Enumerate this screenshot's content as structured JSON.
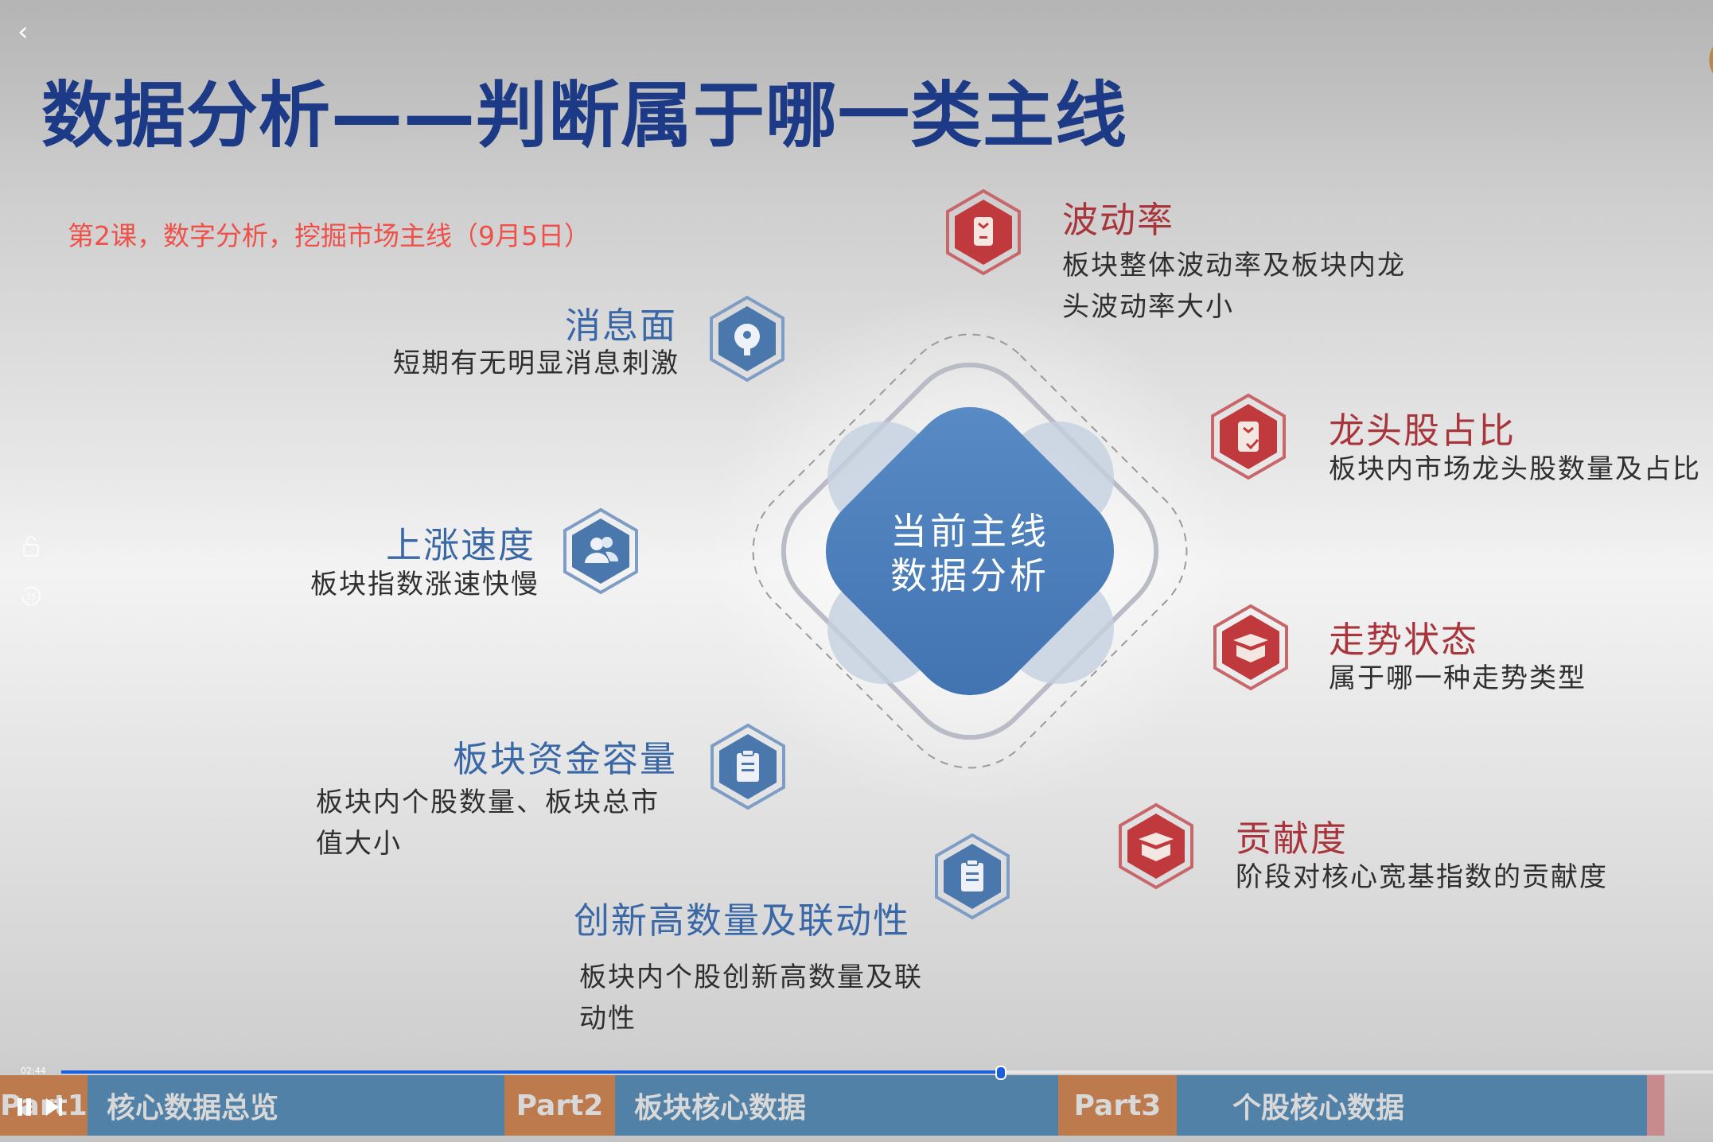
{
  "slide": {
    "title": "数据分析——判断属于哪一类主线",
    "subtitle": "第2课，数字分析，挖掘市场主线（9月5日）",
    "center": [
      "当前主线",
      "数据分析"
    ],
    "items": [
      {
        "title": "波动率",
        "desc": [
          "板块整体波动率及板块内龙",
          "头波动率大小"
        ],
        "color": "red",
        "icon": "phone-badge-icon"
      },
      {
        "title": "消息面",
        "desc": [
          "短期有无明显消息刺激"
        ],
        "color": "blue",
        "icon": "head-idea-icon"
      },
      {
        "title": "龙头股占比",
        "desc": [
          "板块内市场龙头股数量及占比"
        ],
        "color": "red",
        "icon": "checked-document-icon"
      },
      {
        "title": "上涨速度",
        "desc": [
          "板块指数涨速快慢"
        ],
        "color": "blue",
        "icon": "users-icon"
      },
      {
        "title": "走势状态",
        "desc": [
          "属于哪一种走势类型"
        ],
        "color": "red",
        "icon": "open-box-icon"
      },
      {
        "title": "板块资金容量",
        "desc": [
          "板块内个股数量、板块总市",
          "值大小"
        ],
        "color": "blue",
        "icon": "clipboard-icon"
      },
      {
        "title": "贡献度",
        "desc": [
          "阶段对核心宽基指数的贡献度"
        ],
        "color": "red",
        "icon": "open-box-icon"
      },
      {
        "title": "创新高数量及联动性",
        "desc": [
          "板块内个股创新高数量及联",
          "动性"
        ],
        "color": "blue",
        "icon": "clipboard-icon"
      }
    ],
    "colors": {
      "red": "#c0393d",
      "blue": "#4a78ad",
      "title": "#1c3a86",
      "subtitle": "#f0504a"
    }
  },
  "player": {
    "back_icon": "chevron-left-icon",
    "time": "02:44",
    "progress_percent": 56.9,
    "chapters": [
      {
        "label": "Part1",
        "kind": "part"
      },
      {
        "label": "核心数据总览",
        "kind": "name"
      },
      {
        "label": "Part2",
        "kind": "part"
      },
      {
        "label": "板块核心数据",
        "kind": "name"
      },
      {
        "label": "Part3",
        "kind": "part"
      },
      {
        "label": "个股核心数据",
        "kind": "name"
      }
    ],
    "accent": "#1a5fe0"
  }
}
